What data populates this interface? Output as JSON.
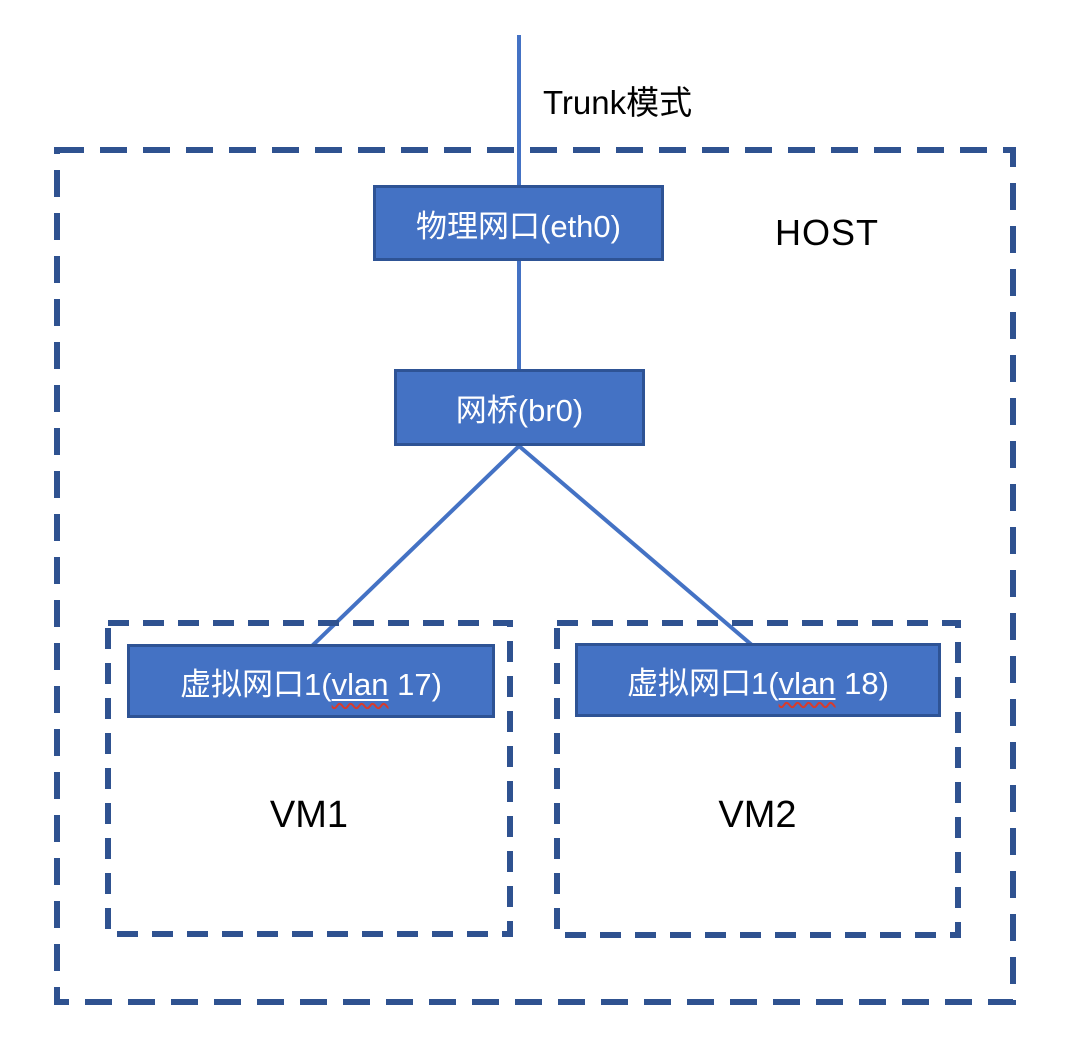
{
  "diagram": {
    "title": "Trunk模式",
    "host": {
      "label": "HOST"
    },
    "nodes": {
      "eth0": {
        "label": "物理网口(eth0)"
      },
      "br0": {
        "label": "网桥(br0)"
      },
      "vnic1": {
        "prefix": "虚拟网口1(",
        "vlan_word": "vlan",
        "suffix": " 17)"
      },
      "vnic2": {
        "prefix": "虚拟网口1(",
        "vlan_word": "vlan",
        "suffix": " 18)"
      }
    },
    "vms": {
      "vm1": {
        "label": "VM1"
      },
      "vm2": {
        "label": "VM2"
      }
    },
    "connections": [
      {
        "from": "uplink-trunk",
        "to": "eth0"
      },
      {
        "from": "eth0",
        "to": "br0"
      },
      {
        "from": "br0",
        "to": "vnic1"
      },
      {
        "from": "br0",
        "to": "vnic2"
      }
    ],
    "colors": {
      "node_fill": "#4472C4",
      "node_border": "#2E5395",
      "node_text": "#FFFFFF",
      "dashed_border": "#2F5290",
      "connector": "#4472C4",
      "label_text": "#000000",
      "spellcheck_underline": "#D83B2D"
    }
  }
}
